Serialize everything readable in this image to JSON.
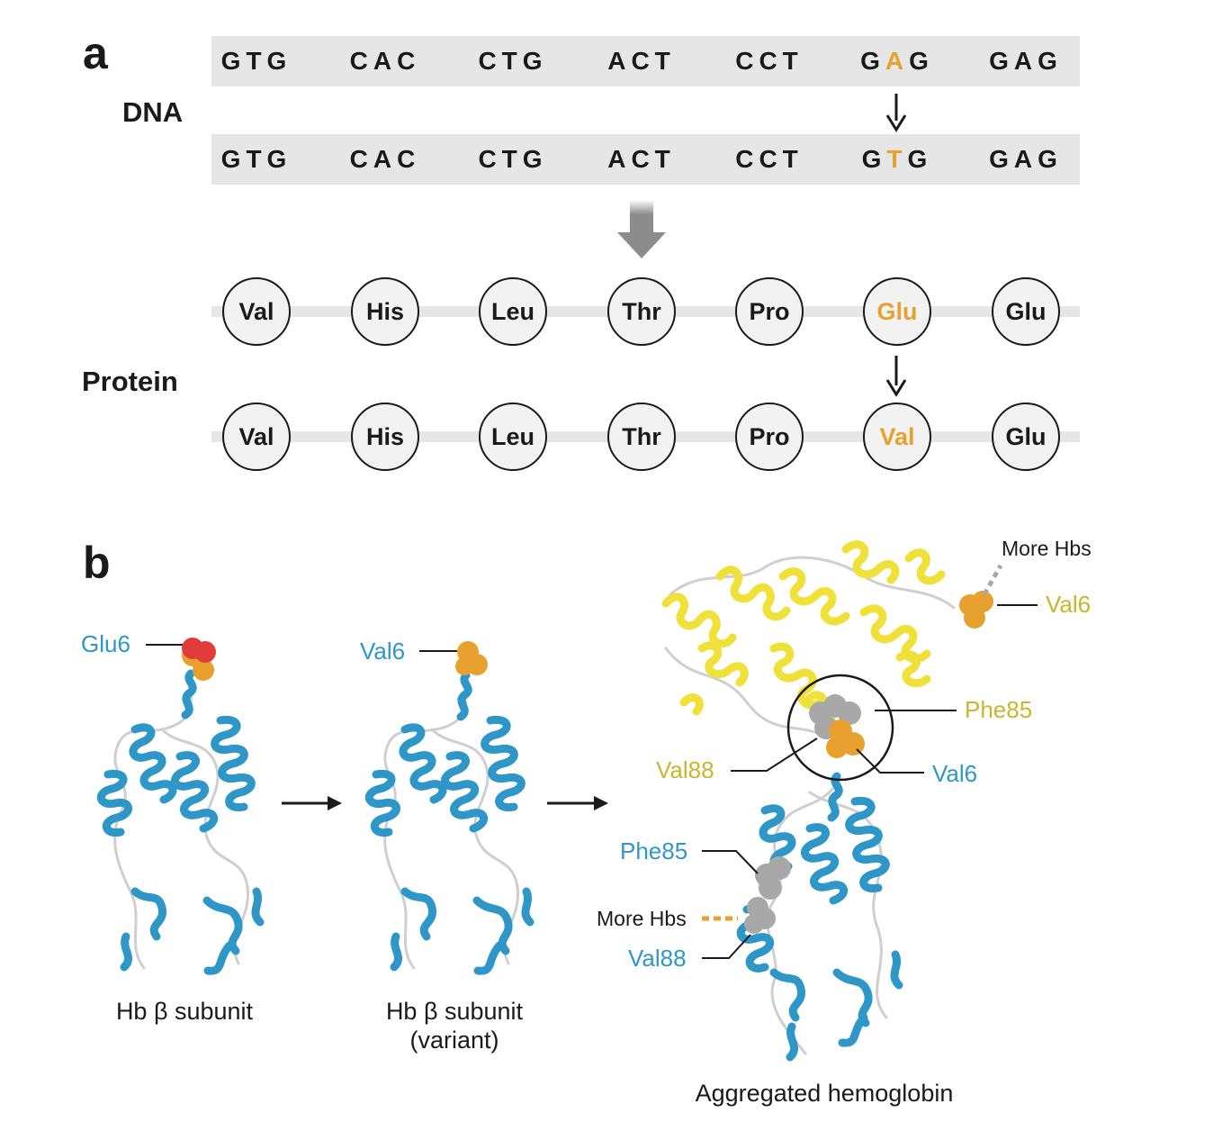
{
  "panel_a": {
    "letter": "a",
    "dna_label": "DNA",
    "protein_label": "Protein",
    "dna_original": [
      [
        "G",
        "T",
        "G"
      ],
      [
        "C",
        "A",
        "C"
      ],
      [
        "C",
        "T",
        "G"
      ],
      [
        "A",
        "C",
        "T"
      ],
      [
        "C",
        "C",
        "T"
      ],
      [
        "G",
        "A",
        "G"
      ],
      [
        "G",
        "A",
        "G"
      ]
    ],
    "dna_mutated": [
      [
        "G",
        "T",
        "G"
      ],
      [
        "C",
        "A",
        "C"
      ],
      [
        "C",
        "T",
        "G"
      ],
      [
        "A",
        "C",
        "T"
      ],
      [
        "C",
        "C",
        "T"
      ],
      [
        "G",
        "T",
        "G"
      ],
      [
        "G",
        "A",
        "G"
      ]
    ],
    "mutation_codon_index": 5,
    "mutation_base_index": 1,
    "protein_original": [
      "Val",
      "His",
      "Leu",
      "Thr",
      "Pro",
      "Glu",
      "Glu"
    ],
    "protein_mutated": [
      "Val",
      "His",
      "Leu",
      "Thr",
      "Pro",
      "Val",
      "Glu"
    ],
    "mutation_residue_index": 5
  },
  "panel_b": {
    "letter": "b",
    "normal": {
      "caption": "Hb β subunit",
      "residue_label": "Glu6"
    },
    "variant": {
      "caption_line1": "Hb β subunit",
      "caption_line2": "(variant)",
      "residue_label": "Val6"
    },
    "aggregate": {
      "caption": "Aggregated hemoglobin",
      "more_hbs_top": "More Hbs",
      "val6_yellow": "Val6",
      "phe85_yellow": "Phe85",
      "val88_yellow": "Val88",
      "val6_blue": "Val6",
      "phe85_blue": "Phe85",
      "more_hbs_bottom": "More Hbs",
      "val88_blue": "Val88"
    }
  },
  "colors": {
    "mutation_orange": "#e8a02f",
    "beta_blue": "#2f97c8",
    "partner_yellow": "#f0e03a",
    "label_yellow": "#c9b62c",
    "glu_red": "#e23b3b",
    "phe_gray": "#a8a8a8",
    "bar_gray": "#e6e6e6"
  }
}
